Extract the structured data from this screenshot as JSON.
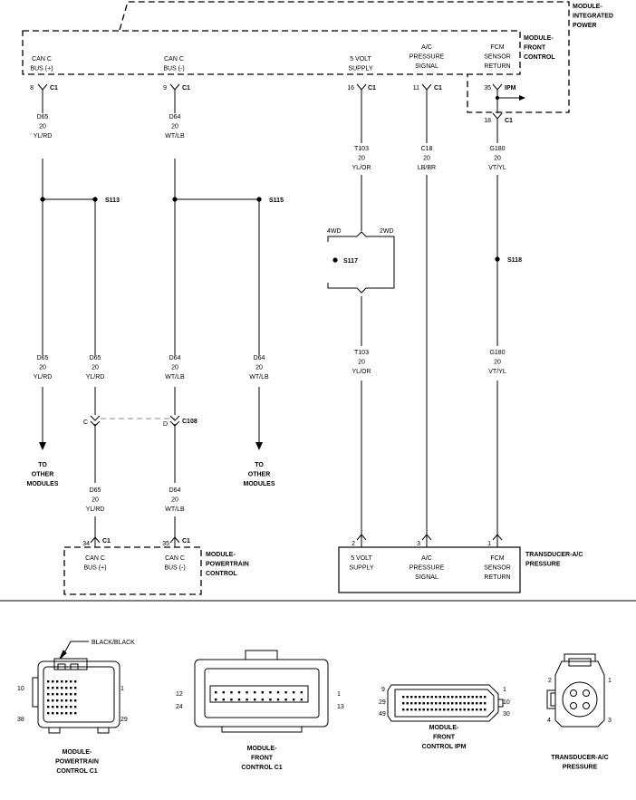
{
  "boxes": {
    "mip": "MODULE-|INTEGRATED|POWER",
    "mfc": "MODULE-|FRONT|CONTROL",
    "mpc": "MODULE-|POWERTRAIN|CONTROL",
    "trans": "TRANSDUCER-A/C|PRESSURE"
  },
  "pins_top": {
    "can_plus": "CAN C|BUS (+)",
    "can_minus": "CAN C|BUS (-)",
    "v5": "5 VOLT|SUPPLY",
    "ac": "A/C|PRESSURE|SIGNAL",
    "fcm": "FCM|SENSOR|RETURN"
  },
  "conn_top": {
    "p8": "8",
    "c8": "C1",
    "p9": "9",
    "c9": "C1",
    "p16": "16",
    "c16": "C1",
    "p11": "11",
    "c11": "C1",
    "p35": "35",
    "c35": "IPM",
    "p18": "18",
    "c18": "C1"
  },
  "wires": {
    "d65": "D65|20|YL/RD",
    "d64": "D64|20|WT/LB",
    "t103": "T103|20|YL/OR",
    "c18": "C18|20|LB/BR",
    "g180": "G180|20|VT/YL"
  },
  "splices": {
    "s113": "S113",
    "s115": "S115",
    "s117": "S117",
    "s118": "S118"
  },
  "options": {
    "wd4": "4WD",
    "wd2": "2WD"
  },
  "to_other": "TO|OTHER|MODULES",
  "c108": {
    "c": "C",
    "d": "D",
    "name": "C108"
  },
  "conn_bottom": {
    "p34": "34",
    "c34": "C1",
    "p35": "35",
    "c35": "C1",
    "p2": "2",
    "p3": "3",
    "p1": "1"
  },
  "trans_pins": {
    "v5": "5 VOLT|SUPPLY",
    "ac": "A/C|PRESSURE|SIGNAL",
    "fcm": "FCM|SENSOR|RETURN"
  },
  "connectors": {
    "pcm_label": "MODULE-|POWERTRAIN|CONTROL C1",
    "pcm_callout": "BLACK/BLACK",
    "pcm_pins": [
      "10",
      "1",
      "38",
      "29"
    ],
    "fc_label": "MODULE-|FRONT|CONTROL C1",
    "fc_pins": [
      "12",
      "1",
      "24",
      "13"
    ],
    "ipm_label": "MODULE-|FRONT|CONTROL IPM",
    "ipm_pins": [
      "9",
      "1",
      "29",
      "10",
      "49",
      "30"
    ],
    "tr_label": "TRANSDUCER-A/C|PRESSURE",
    "tr_pins": [
      "2",
      "1",
      "4",
      "3"
    ]
  },
  "colors": {
    "line": "#000000",
    "dash": "#888888"
  }
}
